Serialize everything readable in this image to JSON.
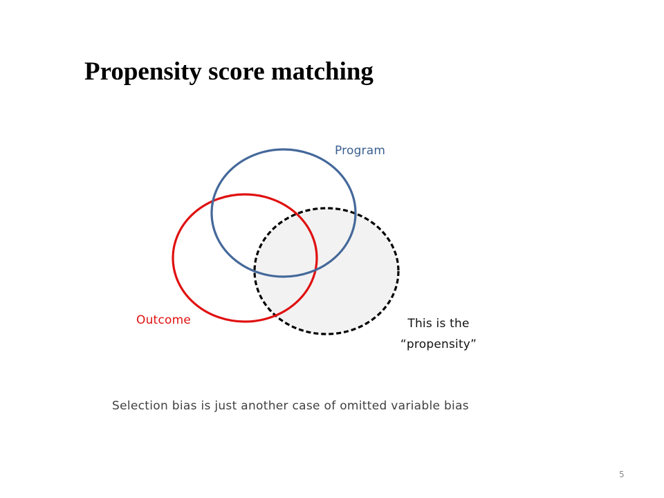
{
  "slide": {
    "title": "Propensity score matching",
    "caption": "Selection bias is just another case of omitted variable bias",
    "page_number": "5"
  },
  "diagram": {
    "program": {
      "label": "Program",
      "color": "#44689a"
    },
    "outcome": {
      "label": "Outcome",
      "color": "#e01010"
    },
    "propensity": {
      "label_line1": "This is the",
      "label_line2": "“propensity”",
      "stroke_color": "#000000",
      "fill_color": "#f2f2f2",
      "stroke_style": "dashed"
    }
  }
}
